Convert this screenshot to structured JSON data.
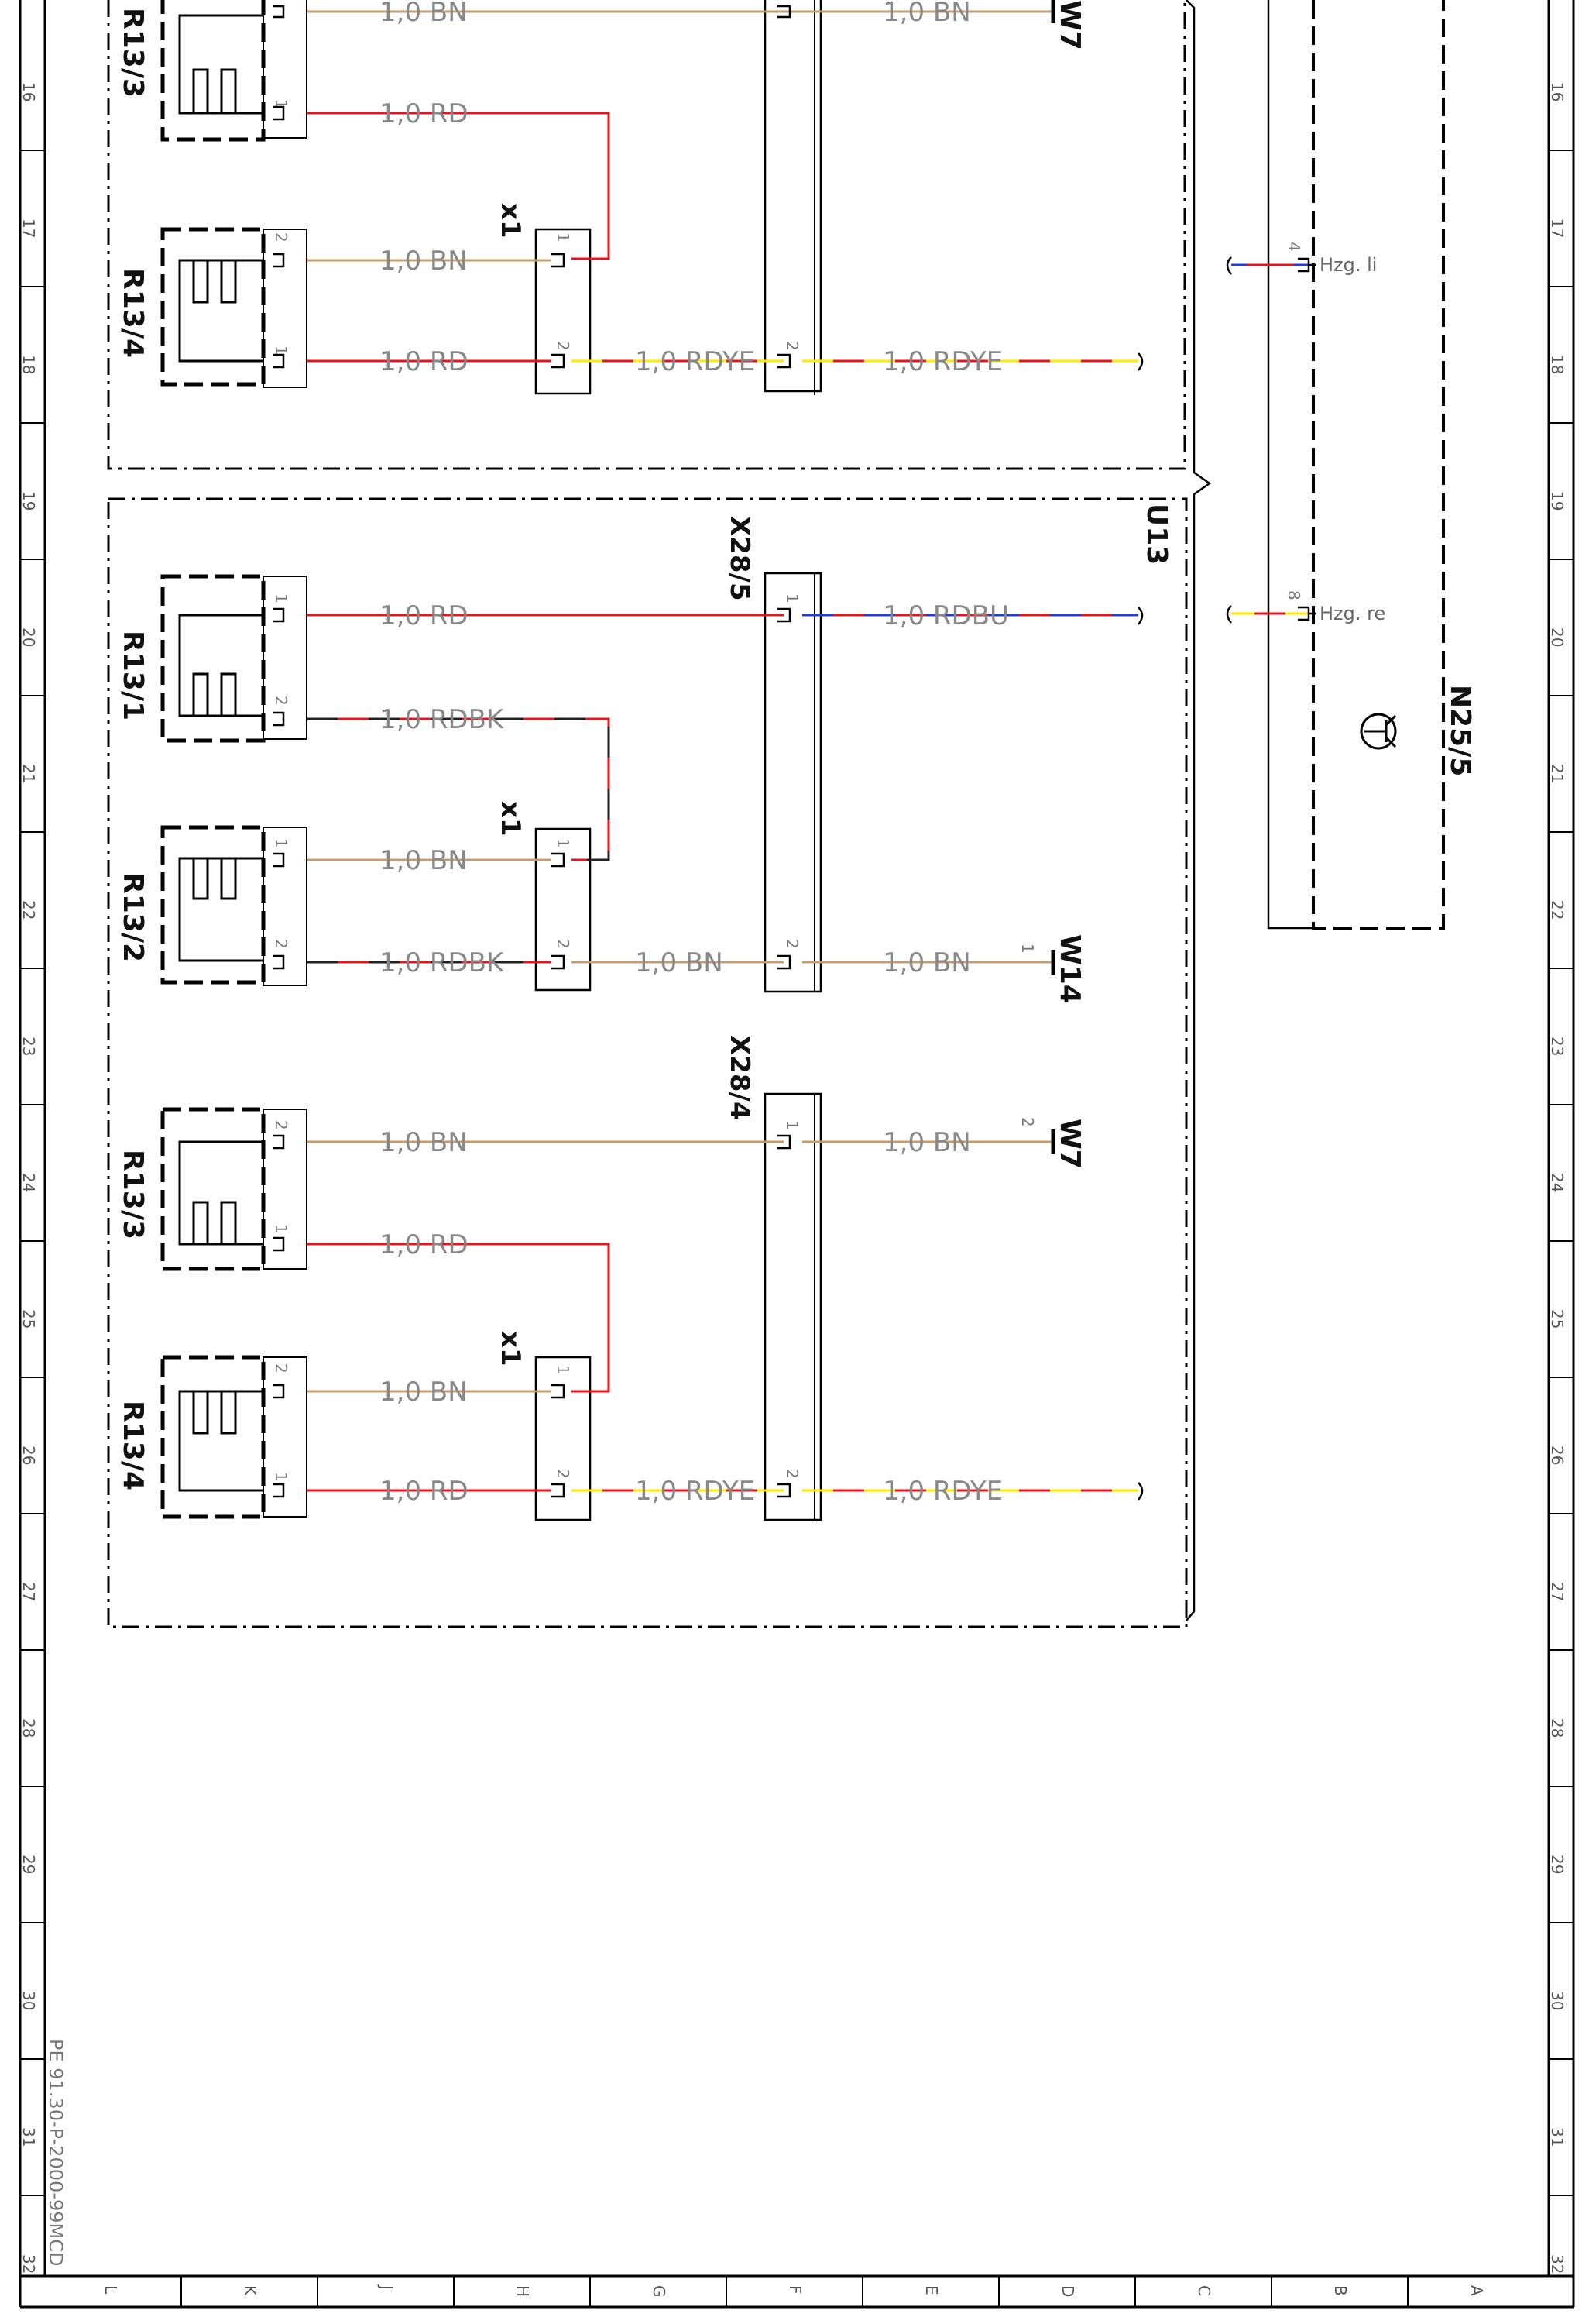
{
  "frame": {
    "row_numbers": [
      "16",
      "17",
      "18",
      "19",
      "20",
      "21",
      "22",
      "23",
      "24",
      "25",
      "26",
      "27",
      "28",
      "29",
      "30",
      "31",
      "32"
    ],
    "column_letters": [
      "L",
      "K",
      "J",
      "H",
      "G",
      "F",
      "E",
      "D",
      "C",
      "B",
      "A"
    ],
    "document_ref": "PE 91.30-P-2000-99MCD"
  },
  "colors": {
    "BN": "#c69c6d",
    "RD": "#e8141b",
    "BK": "#222222",
    "YE": "#ffea00",
    "BU": "#1f3fd6"
  },
  "top": {
    "comp_a": "R13/3",
    "comp_b": "R13/4",
    "bridge": "x1",
    "wire_bn_a": "1,0 BN",
    "wire_rd_a": "1,0 RD",
    "wire_bn_b": "1,0 BN",
    "wire_rd_b": "1,0 RD",
    "wire_rdye_mid": "1,0 RDYE",
    "wire_bn_right": "1,0 BN",
    "wire_rdye_right": "1,0 RDYE",
    "dest": "W7"
  },
  "u13": {
    "unit": "U13",
    "conn_upper": "X28/5",
    "conn_lower": "X28/4",
    "r131": "R13/1",
    "r132": "R13/2",
    "r133": "R13/3",
    "r134": "R13/4",
    "bridge1": "x1",
    "bridge2": "x1",
    "w_rd_1": "1,0 RD",
    "w_rdbu": "1,0 RDBU",
    "w_rdbk_1": "1,0 RDBK",
    "w_bn_2": "1,0 BN",
    "w_rdbk_2": "1,0 RDBK",
    "w_bn_mid": "1,0 BN",
    "w_bn_right": "1,0 BN",
    "w14": "W14",
    "w_bn_3": "1,0 BN",
    "w_bn_3r": "1,0 BN",
    "w7": "W7",
    "w_rd_3": "1,0 RD",
    "w_bn_4": "1,0 BN",
    "w_rd_4": "1,0 RD",
    "w_rdye_mid": "1,0 RDYE",
    "w_rdye_right": "1,0 RDYE"
  },
  "n25": {
    "label": "N25/5",
    "pin_li": "Hzg. li",
    "pin_re": "Hzg. re"
  }
}
